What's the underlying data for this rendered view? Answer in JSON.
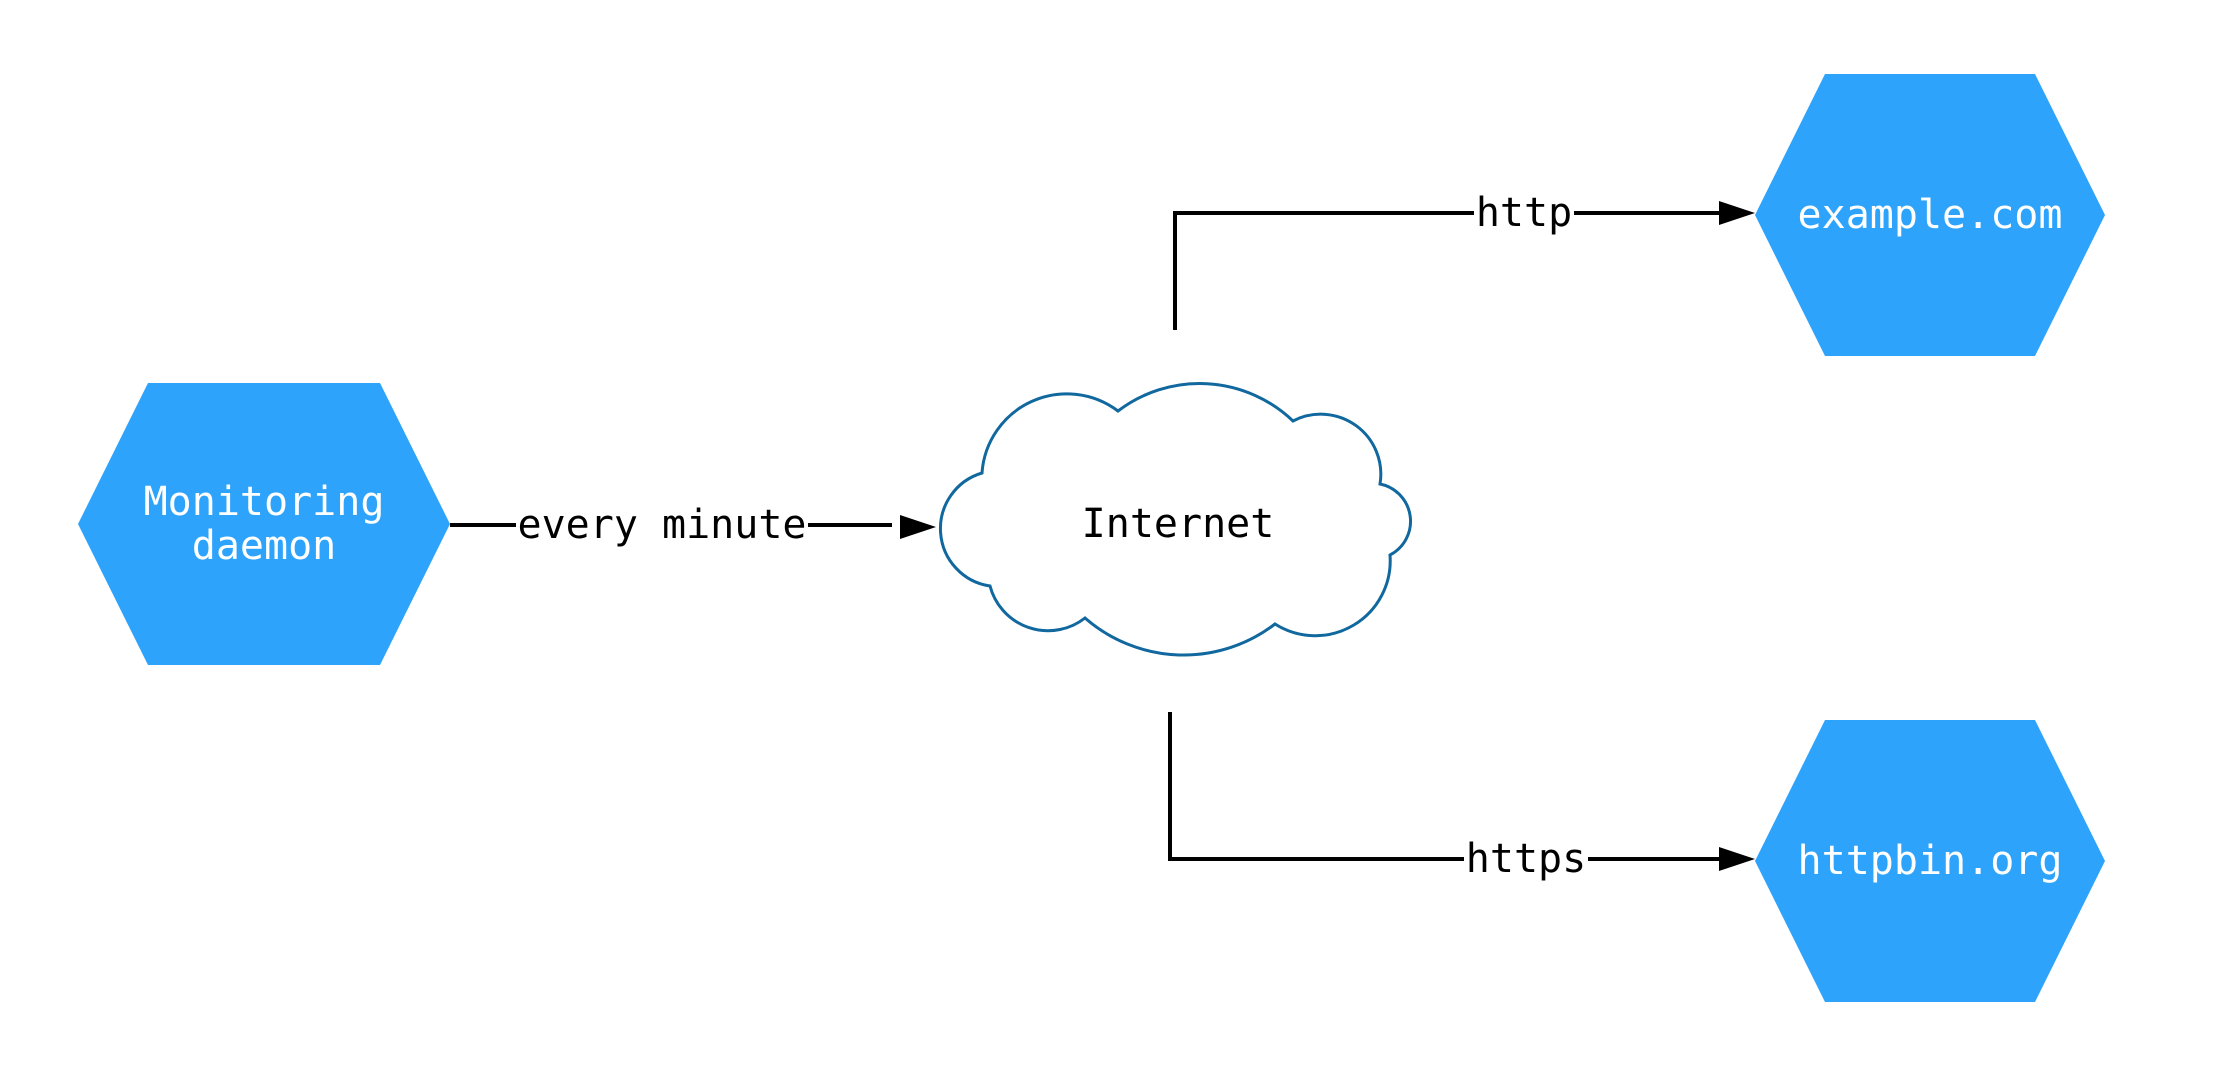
{
  "diagram": {
    "type": "network-diagram",
    "colors": {
      "node_fill": "#2ea3fb",
      "node_text": "#ffffff",
      "cloud_stroke": "#10689f",
      "line": "#000000",
      "background": "#ffffff"
    },
    "nodes": {
      "monitoring": {
        "label": "Monitoring\ndaemon",
        "shape": "hexagon"
      },
      "internet": {
        "label": "Internet",
        "shape": "cloud"
      },
      "example": {
        "label": "example.com",
        "shape": "hexagon"
      },
      "httpbin": {
        "label": "httpbin.org",
        "shape": "hexagon"
      }
    },
    "edges": {
      "monitoring_to_internet": {
        "label": "every minute",
        "from": "monitoring",
        "to": "internet"
      },
      "internet_to_example": {
        "label": "http",
        "from": "internet",
        "to": "example"
      },
      "internet_to_httpbin": {
        "label": "https",
        "from": "internet",
        "to": "httpbin"
      }
    }
  }
}
